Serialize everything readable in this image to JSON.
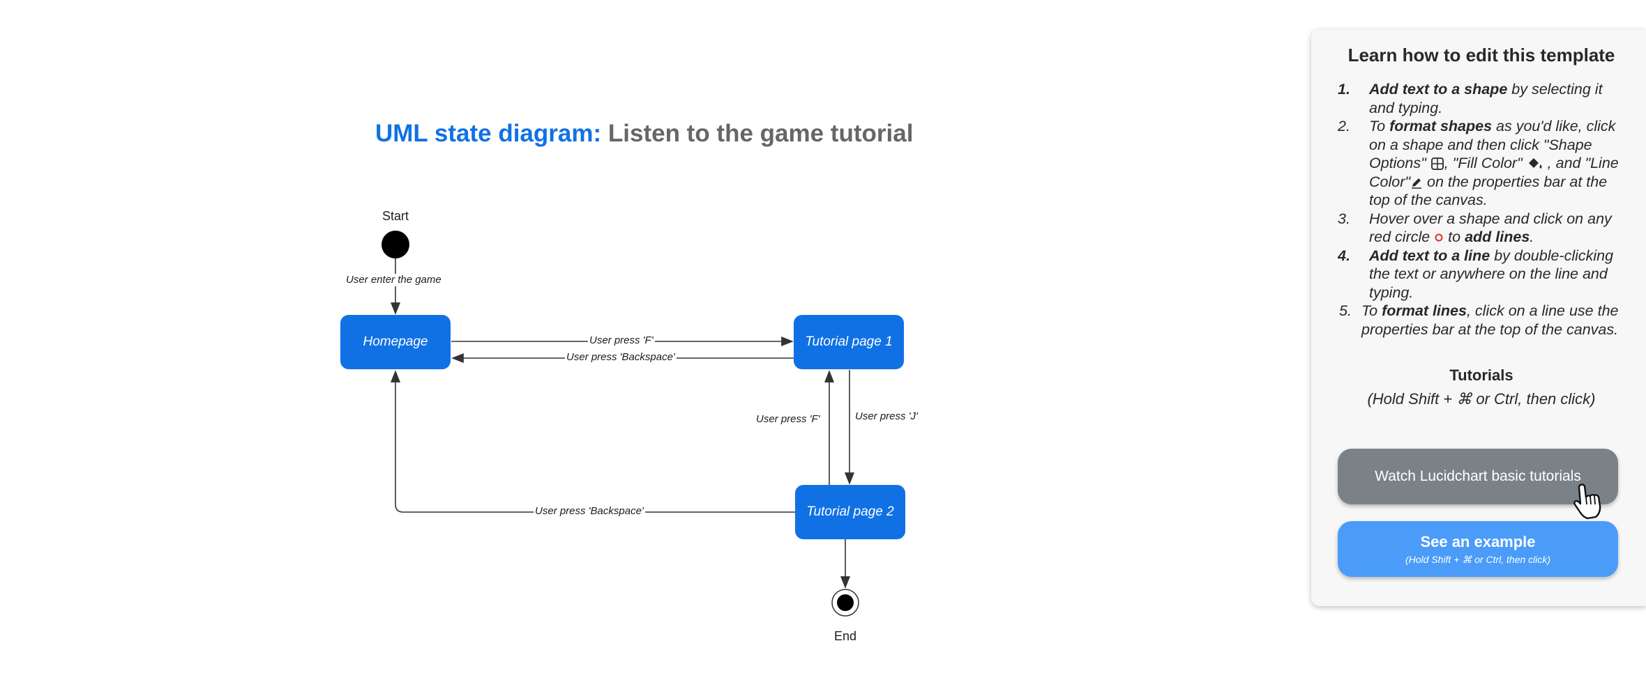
{
  "diagram": {
    "title_accent": "UML state diagram:",
    "title_rest": " Listen to the game tutorial",
    "colors": {
      "state_fill": "#1071e5",
      "title_accent": "#1071e5",
      "title_rest": "#666666",
      "edge": "#333333"
    },
    "start_label": "Start",
    "end_label": "End",
    "states": {
      "homepage": "Homepage",
      "tutorial1": "Tutorial page 1",
      "tutorial2": "Tutorial page 2"
    },
    "edges": {
      "enter": "User enter the game",
      "home_to_t1": "User press 'F'",
      "t1_to_home": "User press 'Backspace'",
      "t2_to_t1": "User press 'F'",
      "t1_to_t2": "User press 'J'",
      "t2_to_home": "User press 'Backspace'"
    }
  },
  "panel": {
    "title": "Learn how to edit this template",
    "steps": {
      "s1": {
        "num": "1.",
        "b1": "Add text to a shape",
        "t1": " by selecting it and typing."
      },
      "s2": {
        "num": "2.",
        "t1": "To ",
        "b1": "format shapes",
        "t2": " as you'd like, click on a shape and then click \"Shape Options\" ",
        "t3": ", \"Fill Color\" ",
        "t4": " , and \"Line Color\"",
        "t5": " on the properties bar at the top of the canvas."
      },
      "s3": {
        "num": "3.",
        "t1": "Hover over a shape and click on any red circle ",
        "t2": " to ",
        "b1": "add lines",
        "t3": "."
      },
      "s4": {
        "num": "4.",
        "b1": "Add text to a line",
        "t1": " by double-clicking the text or anywhere on the line and typing."
      },
      "s5": {
        "num": "5.",
        "t1": "To ",
        "b1": "format lines",
        "t2": ", click on a line use the properties bar at the top of the canvas."
      }
    },
    "tutorials_heading": "Tutorials",
    "tutorials_hint": "(Hold Shift + ⌘ or Ctrl, then click)",
    "watch_button": "Watch Lucidchart basic tutorials",
    "example_button": "See an example",
    "example_button_sub": "(Hold Shift + ⌘ or Ctrl, then click)",
    "icons": [
      "shape-options-icon",
      "fill-color-icon",
      "line-color-icon",
      "red-circle-icon",
      "hand-cursor-icon"
    ],
    "colors": {
      "panel_bg": "#f7f7f7",
      "watch_button": "#7a8288",
      "example_button": "#4a9cf8"
    }
  }
}
